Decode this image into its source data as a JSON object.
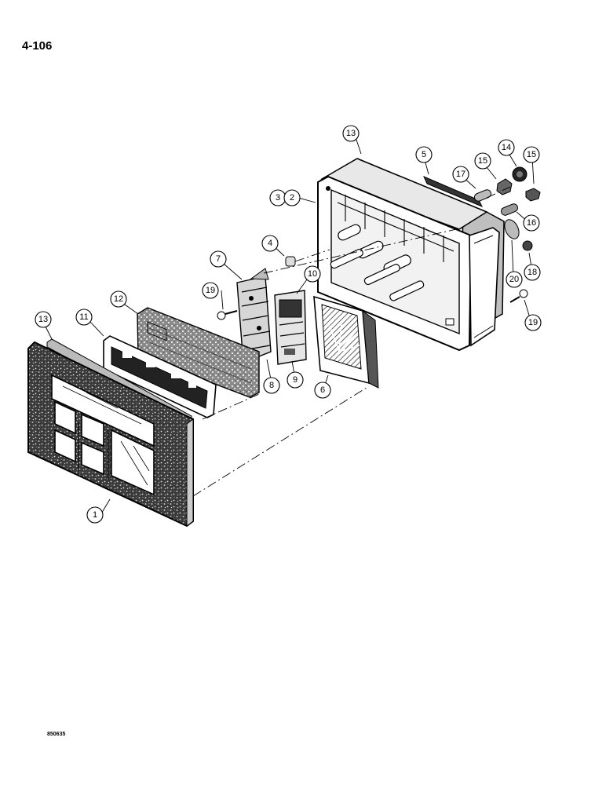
{
  "page": {
    "number": "4-106",
    "figure_code": "850635"
  },
  "callouts": {
    "c1": "1",
    "c2": "2",
    "c3": "3",
    "c4": "4",
    "c5": "5",
    "c6": "6",
    "c7": "7",
    "c8": "8",
    "c9": "9",
    "c10": "10",
    "c11": "11",
    "c12": "12",
    "c13a": "13",
    "c13b": "13",
    "c14": "14",
    "c15a": "15",
    "c15b": "15",
    "c16": "16",
    "c17": "17",
    "c18": "18",
    "c19a": "19",
    "c19b": "19",
    "c20": "20"
  }
}
